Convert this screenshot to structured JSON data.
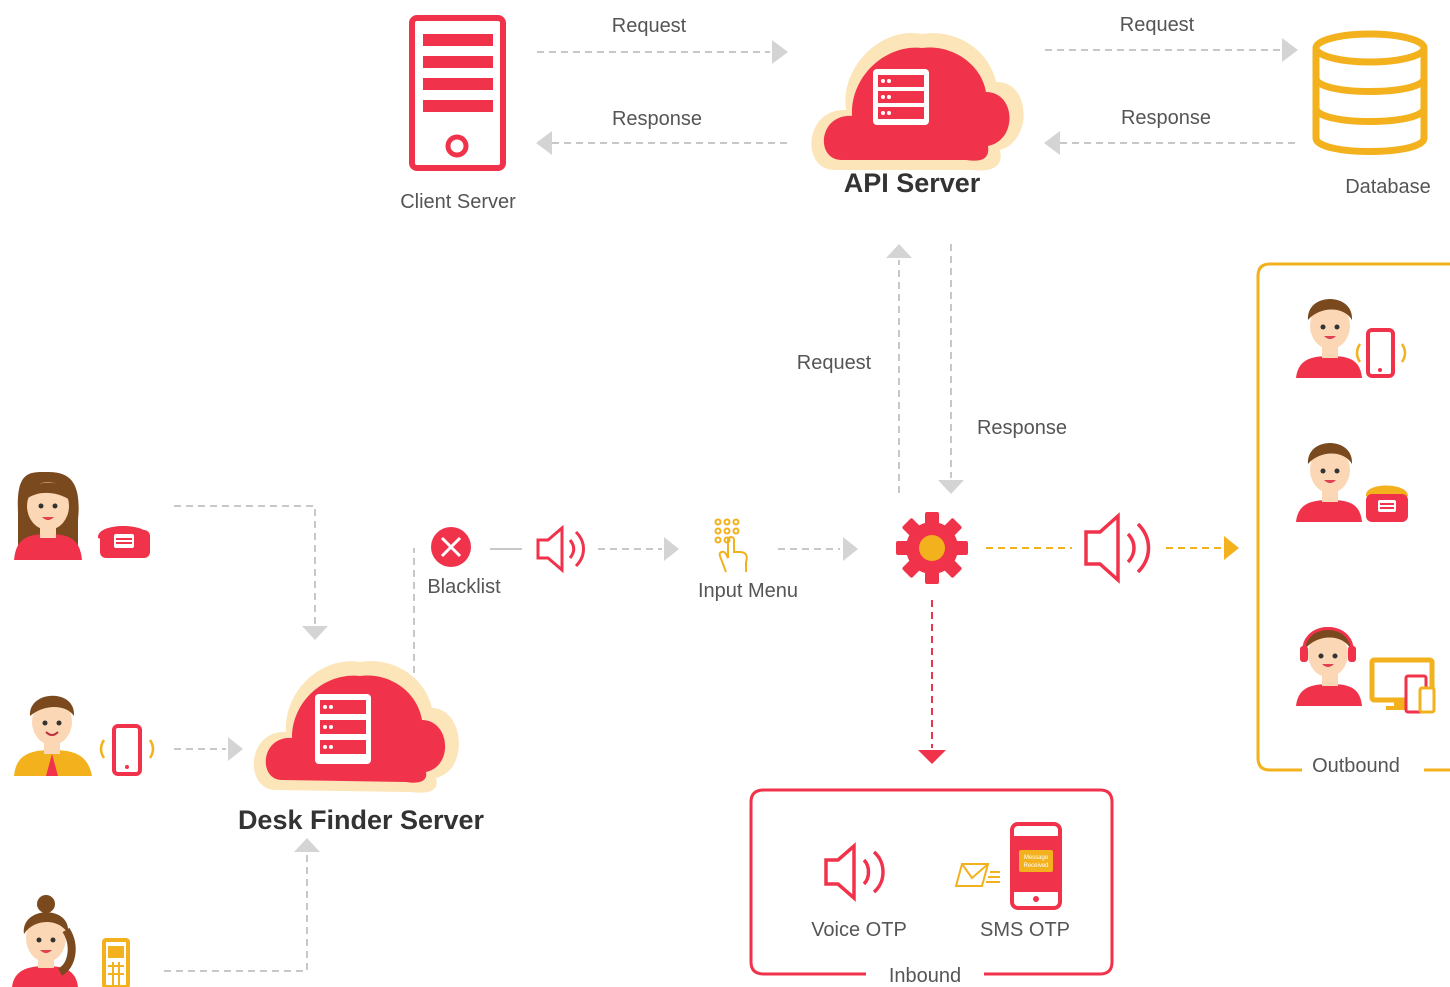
{
  "colors": {
    "red": "#f0334b",
    "gold": "#f2b11d",
    "cream": "#fbe5b9",
    "grey_line": "#c8c8c8",
    "text": "#555555",
    "skin": "#fbd7b5",
    "hair": "#7a4a1e"
  },
  "nodes": {
    "client_server": "Client Server",
    "api_server": "API Server",
    "database": "Database",
    "desk_finder_server": "Desk Finder Server",
    "blacklist": "Blacklist",
    "input_menu": "Input Menu"
  },
  "flows": {
    "client_request": "Request",
    "client_response": "Response",
    "db_request": "Request",
    "db_response": "Response",
    "api_request": "Request",
    "api_response": "Response"
  },
  "outbound": {
    "label": "Outbound",
    "icons": [
      "person-mobile-icon",
      "person-phone-icon",
      "agent-headset-devices-icon"
    ]
  },
  "inbound": {
    "label": "Inbound",
    "voice_otp": "Voice OTP",
    "sms_otp": "SMS OTP",
    "sms_badge_line1": "Message",
    "sms_badge_line2": "Received"
  },
  "callers": [
    "person-telephone-icon",
    "person-mobile-icon",
    "person-feature-phone-icon"
  ]
}
